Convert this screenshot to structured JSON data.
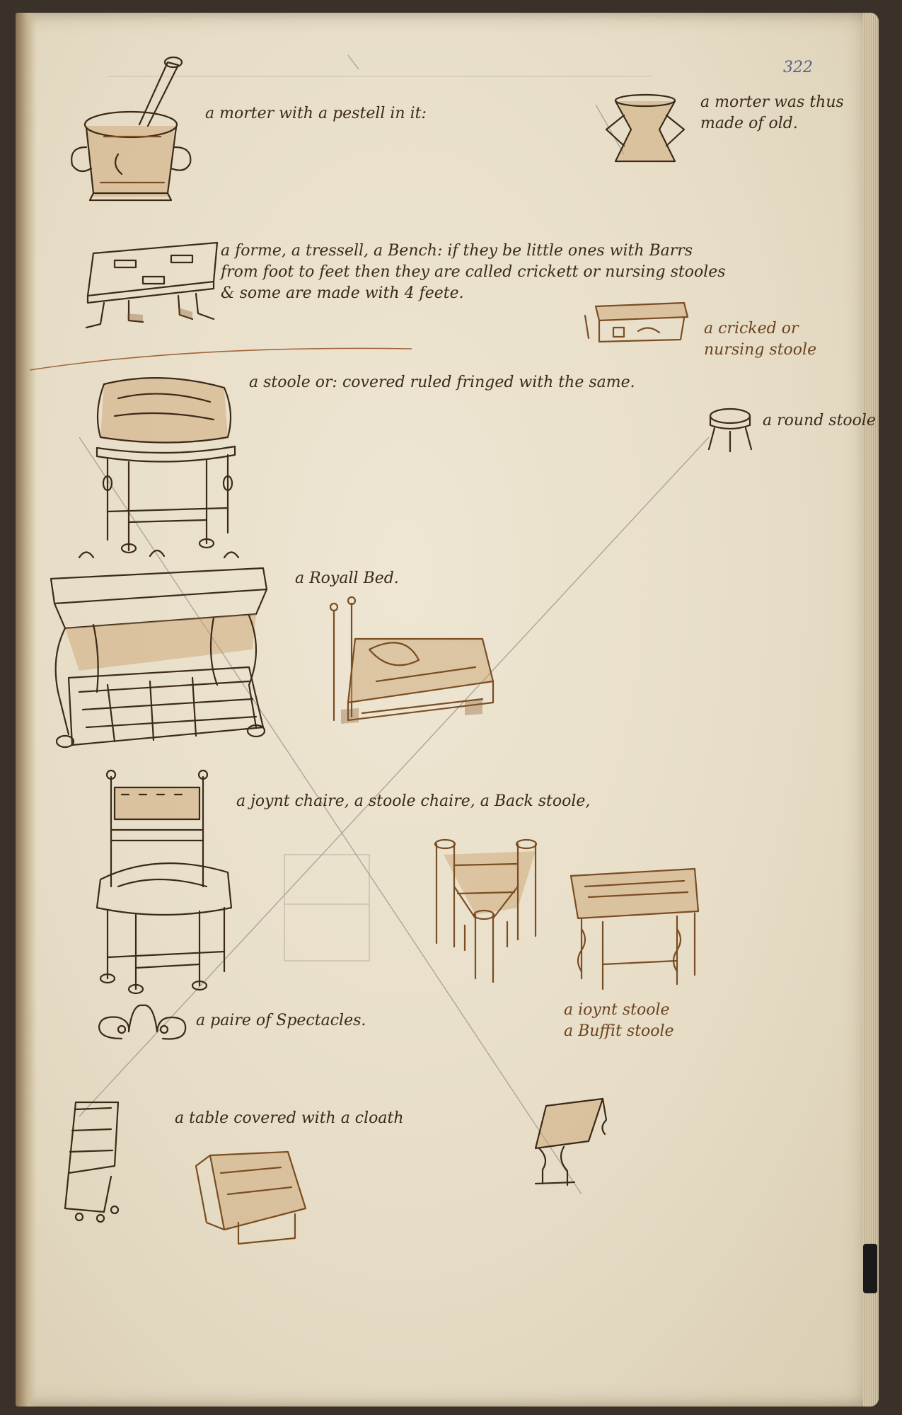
{
  "folio": "322",
  "pencil_note": "",
  "captions": {
    "mortar_pestle": "a morter with a pestell in it:",
    "mortar_old": "a morter was thus\nmade of old.",
    "forme": "a forme, a tressell, a Bench: if they be little ones with Barrs\nfrom foot to feet then they are called crickett or nursing stooles\n& some are made with 4 feete.",
    "cricket": "a cricked or\nnursing stoole",
    "stool_covered": "a stoole or: covered ruled fringed with the same.",
    "round_stool": "a round stoole",
    "royal_bed": "a Royall Bed.",
    "chairs": "a joynt chaire, a stoole chaire, a Back stoole,",
    "joint_stool": "a ioynt stoole\na Buffit stoole",
    "spectacles": "a paire of Spectacles.",
    "table": "a table covered with a cloath"
  },
  "colors": {
    "paper": "#e7ddc7",
    "ink_dark": "#3b2a1a",
    "ink_brown": "#7a4d22",
    "pencil": "#a9a194",
    "folio_ink": "#5a5f8a"
  }
}
